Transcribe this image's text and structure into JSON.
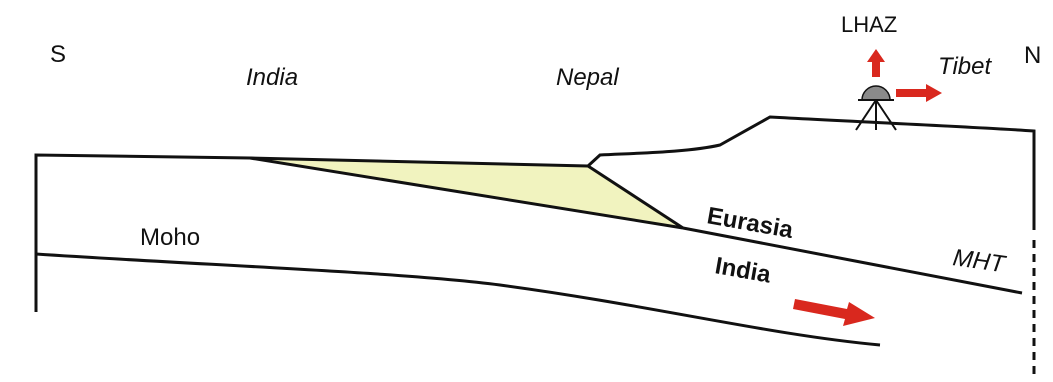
{
  "labels": {
    "south": "S",
    "north": "N",
    "india_region": "India",
    "nepal_region": "Nepal",
    "tibet_region": "Tibet",
    "station": "LHAZ",
    "moho": "Moho",
    "eurasia_plate": "Eurasia",
    "india_plate": "India",
    "mht": "MHT"
  },
  "colors": {
    "line": "#111111",
    "wedge_fill": "#f1f3bf",
    "arrow": "#d9281e",
    "station_dome": "#8a8a8a"
  },
  "icons": {
    "station": "gps-station-icon",
    "up_motion": "arrow-up-icon",
    "north_motion": "arrow-right-icon",
    "plate_motion": "arrow-right-icon"
  }
}
